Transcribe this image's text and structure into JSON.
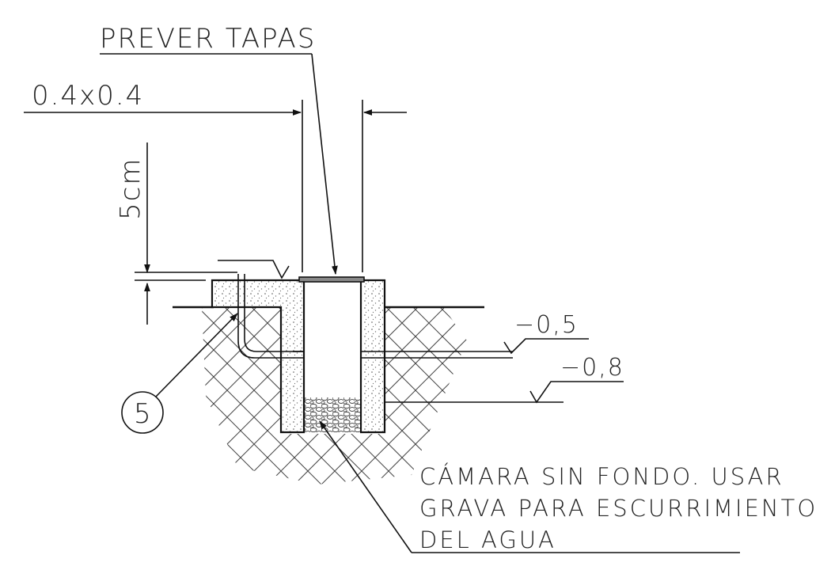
{
  "labels": {
    "lid_note": "PREVER TAPAS",
    "opening_size": "0.4x0.4",
    "lid_thickness": "5cm",
    "level_upper": "−0,5",
    "level_lower": "−0,8",
    "callout_number": "5",
    "chamber_note": [
      "CÁMARA SIN FONDO. USAR",
      "GRAVA PARA ESCURRIMIENTO",
      "DEL AGUA"
    ]
  },
  "colors": {
    "line": "#111111",
    "text": "#222222",
    "ground_hatch": "#444444",
    "lid": "#888888"
  }
}
